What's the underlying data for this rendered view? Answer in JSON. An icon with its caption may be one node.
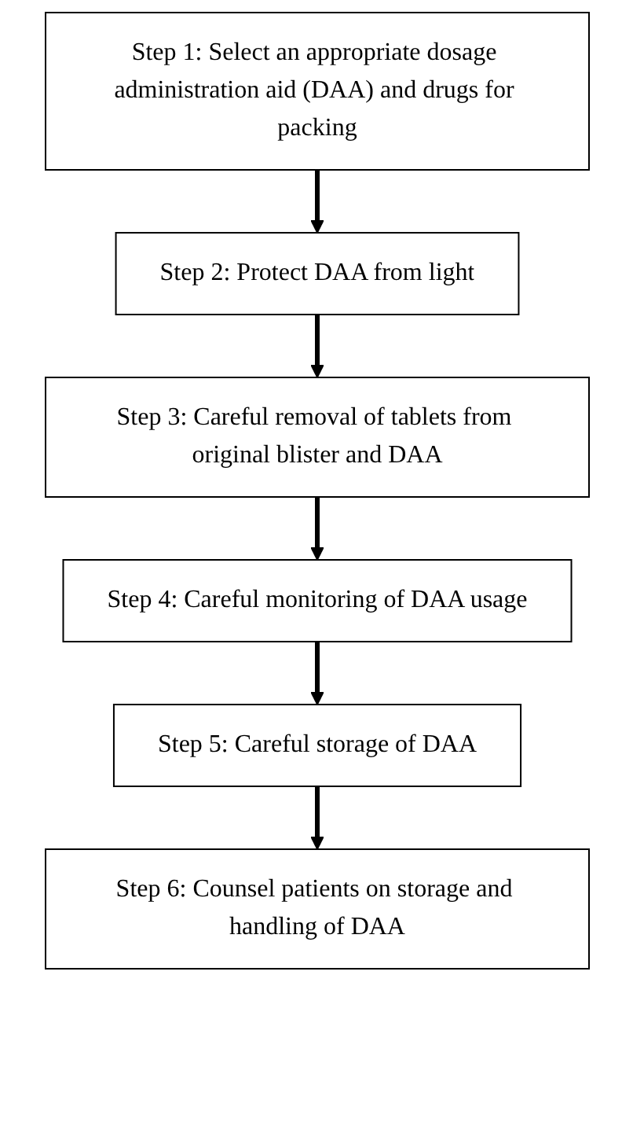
{
  "diagram": {
    "nodes": [
      {
        "text": [
          "Step 1: Select an appropriate dosage administration aid (DAA) and drugs for packing"
        ]
      },
      {
        "text": [
          "Step 2: Protect DAA from light"
        ]
      },
      {
        "text": [
          "Step 3: Careful removal of tablets from original blister and DAA"
        ]
      },
      {
        "text": [
          "Step 4: Careful monitoring of DAA usage"
        ]
      },
      {
        "text": [
          "Step 5: Careful storage of DAA"
        ]
      },
      {
        "text": [
          "Step 6: Counsel patients on storage and handling of DAA"
        ]
      }
    ],
    "edges": [
      {
        "from": 0,
        "to": 1,
        "arrow": "to"
      },
      {
        "from": 1,
        "to": 2,
        "arrow": "to"
      },
      {
        "from": 2,
        "to": 3,
        "arrow": "to"
      },
      {
        "from": 3,
        "to": 4,
        "arrow": "to"
      },
      {
        "from": 4,
        "to": 5,
        "arrow": "to"
      }
    ]
  }
}
